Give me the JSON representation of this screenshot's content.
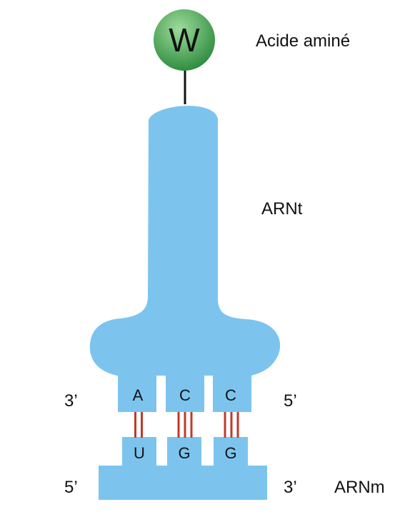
{
  "amino_acid": {
    "symbol": "W",
    "label": "Acide aminé"
  },
  "trna": {
    "label": "ARNt",
    "anticodon": [
      "A",
      "C",
      "C"
    ],
    "end_left": "3’",
    "end_right": "5’"
  },
  "mrna": {
    "label": "ARNm",
    "codon": [
      "U",
      "G",
      "G"
    ],
    "end_left": "5’",
    "end_right": "3’"
  },
  "hydrogen_bonds": [
    2,
    3,
    3
  ],
  "colors": {
    "rna": "#7cc4ee",
    "amino_acid_light": "#9ddc9b",
    "amino_acid_dark": "#2e8b3e",
    "bond": "#c0392b",
    "stalk": "#111111"
  }
}
